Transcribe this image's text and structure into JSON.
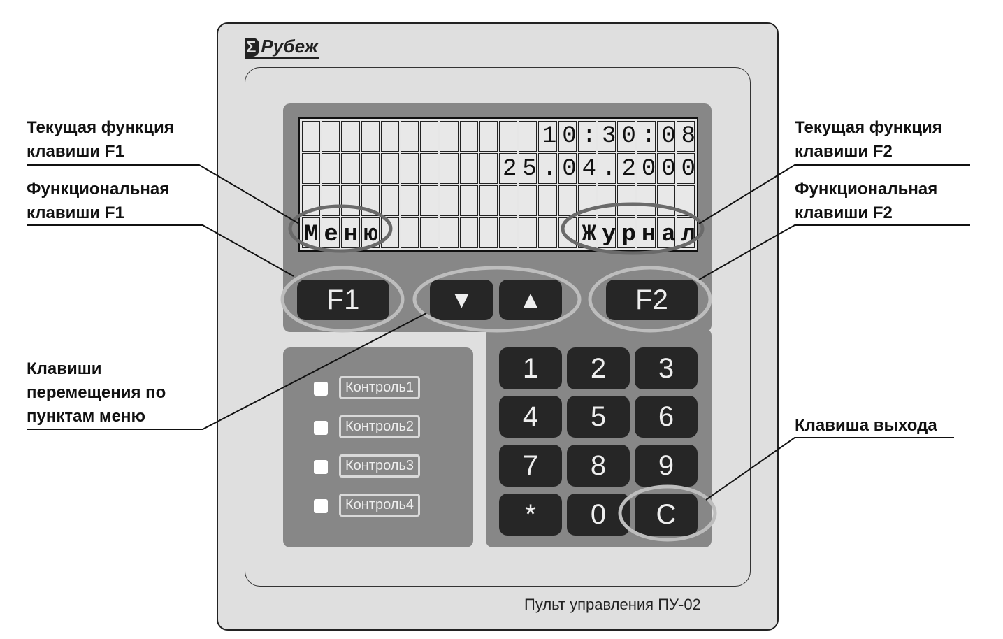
{
  "device": {
    "brand": "Рубеж",
    "caption": "Пульт управления ПУ-02"
  },
  "lcd": {
    "rows": [
      "            10:30:08",
      "          25.04.2000",
      "                    ",
      "Меню          Журнал"
    ]
  },
  "buttons": {
    "f1": "F1",
    "down": "▼",
    "up": "▲",
    "f2": "F2"
  },
  "keypad": [
    "1",
    "2",
    "3",
    "4",
    "5",
    "6",
    "7",
    "8",
    "9",
    "*",
    "0",
    "C"
  ],
  "controls": [
    "Контроль1",
    "Контроль2",
    "Контроль3",
    "Контроль4"
  ],
  "callouts": {
    "f1_current": [
      "Текущая функция",
      "клавиши F1"
    ],
    "f1_key": [
      "Функциональная",
      "клавиши F1"
    ],
    "nav_keys": [
      "Клавиши",
      "перемещения по",
      "пунктам меню"
    ],
    "f2_current": [
      "Текущая функция",
      "клавиши F2"
    ],
    "f2_key": [
      "Функциональная",
      "клавиши F2"
    ],
    "exit_key": [
      "Клавиша выхода"
    ]
  }
}
